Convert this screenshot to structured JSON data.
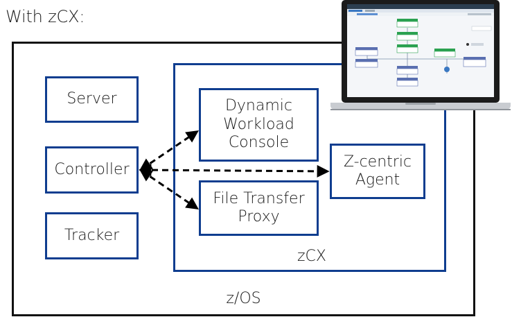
{
  "heading": "With zCX:",
  "zos": {
    "label": "z/OS"
  },
  "zcx": {
    "label": "zCX"
  },
  "components": {
    "server": "Server",
    "controller": "Controller",
    "tracker": "Tracker",
    "dynamic_workload_console": "Dynamic\nWorkload\nConsole",
    "file_transfer_proxy": "File Transfer\nProxy",
    "zcentric_agent": "Z-centric\nAgent"
  },
  "colors": {
    "zos_border": "#111111",
    "component_border": "#0f3d8f",
    "arrow": "#000000"
  },
  "icons": [
    "laptop-icon"
  ]
}
